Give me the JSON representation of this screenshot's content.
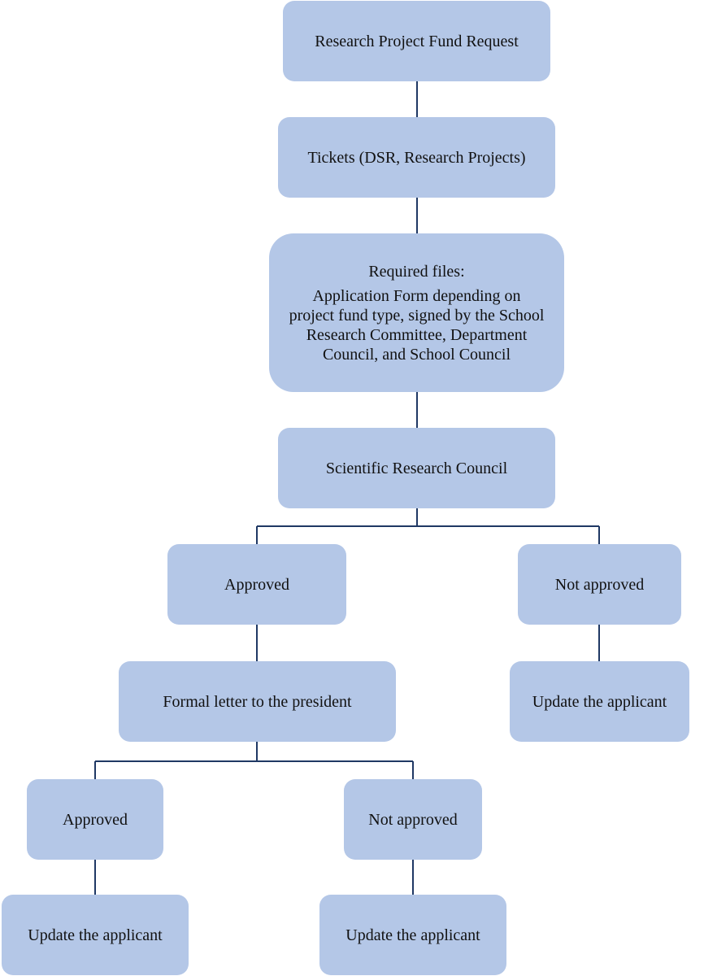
{
  "flowchart": {
    "request": "Research Project Fund Request",
    "tickets": "Tickets (DSR, Research Projects)",
    "required_files": {
      "heading": "Required files:",
      "text": "Application Form depending on project fund type, signed by the School Research Committee, Department Council, and School Council"
    },
    "council": "Scientific Research Council",
    "approved_1": "Approved",
    "not_approved_1": "Not approved",
    "formal_letter": "Formal letter to the president",
    "update_1": "Update the applicant",
    "approved_2": "Approved",
    "not_approved_2": "Not approved",
    "update_2": "Update the applicant",
    "update_3": "Update the applicant"
  },
  "colors": {
    "box_fill": "#b4c7e7",
    "connector": "#1f3864"
  }
}
